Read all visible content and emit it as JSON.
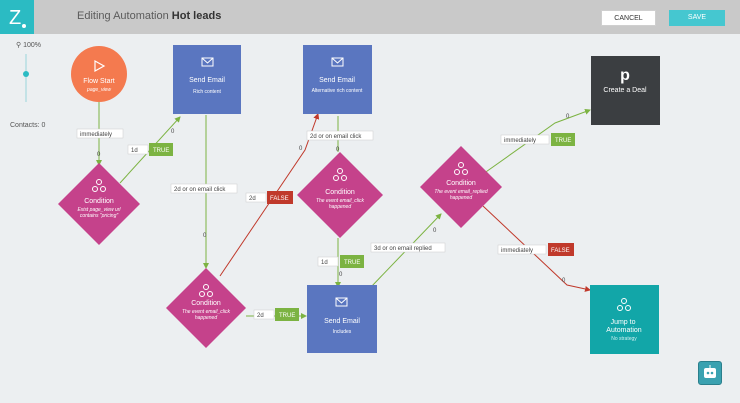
{
  "header": {
    "title_prefix": "Editing Automation",
    "title_name": "Hot leads",
    "cancel_label": "CANCEL",
    "save_label": "SAVE"
  },
  "sidebar": {
    "zoom": "100%",
    "contacts_label": "Contacts: 0"
  },
  "nodes": {
    "flow_start": {
      "title": "Flow Start",
      "subtitle": "page_view"
    },
    "send_email_1": {
      "title": "Send Email",
      "subtitle": "Rich content"
    },
    "send_email_2": {
      "title": "Send Email",
      "subtitle": "Alternative rich content"
    },
    "create_deal": {
      "title": "Create a Deal",
      "icon": "p"
    },
    "condition_1": {
      "title": "Condition",
      "subtitle": "Exist page_view url contains \"pricing\""
    },
    "condition_2": {
      "title": "Condition",
      "subtitle": "The event email_click happened"
    },
    "condition_3": {
      "title": "Condition",
      "subtitle": "The event email_click happened"
    },
    "condition_4": {
      "title": "Condition",
      "subtitle": "The event email_replied happened"
    },
    "send_email_3": {
      "title": "Send Email",
      "subtitle": "Includes"
    },
    "jump": {
      "title": "Jump to Automation",
      "subtitle": "No strategy"
    }
  },
  "edges": {
    "e1_label": "immediately",
    "e1_count": "0",
    "e2_label": "1d",
    "e2_badge": "TRUE",
    "e2_count": "0",
    "e3_label": "2d or on email click",
    "e3_count": "0",
    "e4_label": "2d",
    "e4_badge": "FALSE",
    "e4_count": "0",
    "e5_label": "2d or on email click",
    "e5_count": "0",
    "e6_label": "1d",
    "e6_badge": "TRUE",
    "e6_count": "0",
    "e7_label": "3d or on email replied",
    "e7_count": "0",
    "e8_label": "2d",
    "e8_badge": "TRUE",
    "e9_label": "immediately",
    "e9_badge": "TRUE",
    "e9_count": "0",
    "e10_label": "immediately",
    "e10_badge": "FALSE",
    "e10_count": "0"
  },
  "colors": {
    "start": "#f47a4f",
    "email": "#5a76c0",
    "condition": "#c5428b",
    "deal": "#3b3e41",
    "jump": "#12a6a8",
    "true": "#7cb342",
    "false": "#c0392b"
  }
}
